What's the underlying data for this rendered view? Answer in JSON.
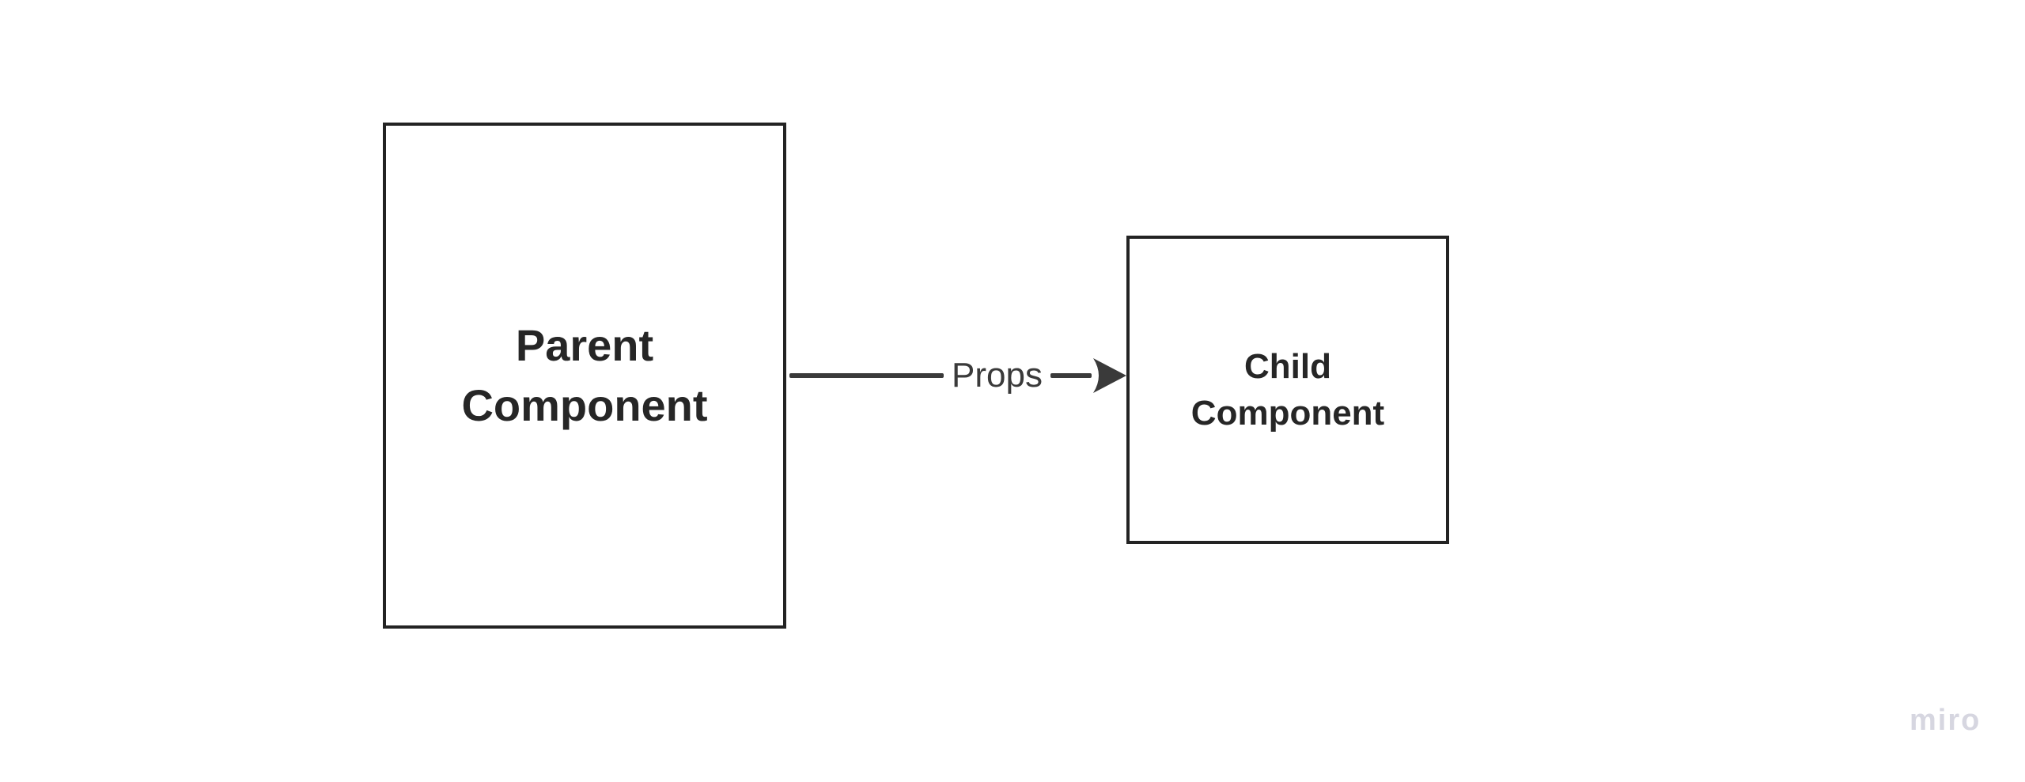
{
  "board": {
    "watermark_label": "miro"
  },
  "diagram": {
    "nodes": [
      {
        "id": "parent",
        "label": "Parent Component"
      },
      {
        "id": "child",
        "label": "Child Component"
      }
    ],
    "edge": {
      "from": "parent",
      "to": "child",
      "label": "Props"
    }
  },
  "colors": {
    "background": "#ffffff",
    "shape_border": "#232323",
    "node_text": "#262626",
    "connector": "#3a3a3a",
    "edge_label_text": "#3a3a3a",
    "watermark_text": "#d6d6e0"
  }
}
